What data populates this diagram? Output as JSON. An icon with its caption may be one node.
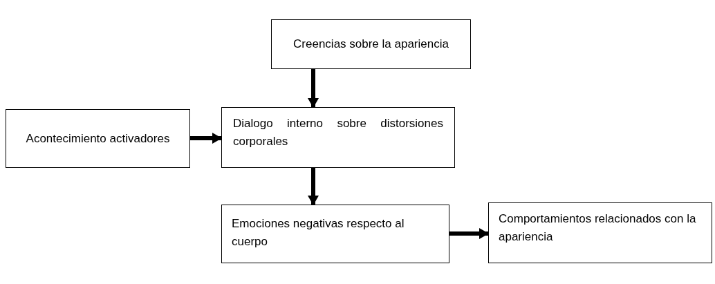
{
  "diagram": {
    "nodes": [
      {
        "text": [
          "Creencias sobre la apariencia"
        ]
      },
      {
        "text": [
          "Acontecimiento activadores"
        ]
      },
      {
        "text": [
          "Dialogo interno sobre distorsiones corporales"
        ]
      },
      {
        "text": [
          "Emociones negativas respecto al cuerpo"
        ]
      },
      {
        "text": [
          "Comportamientos relacionados con la apariencia"
        ]
      }
    ],
    "edges": [
      {
        "from": 0,
        "to": 2,
        "arrow": "to"
      },
      {
        "from": 1,
        "to": 2,
        "arrow": "to"
      },
      {
        "from": 2,
        "to": 3,
        "arrow": "to"
      },
      {
        "from": 3,
        "to": 4,
        "arrow": "to"
      }
    ]
  }
}
